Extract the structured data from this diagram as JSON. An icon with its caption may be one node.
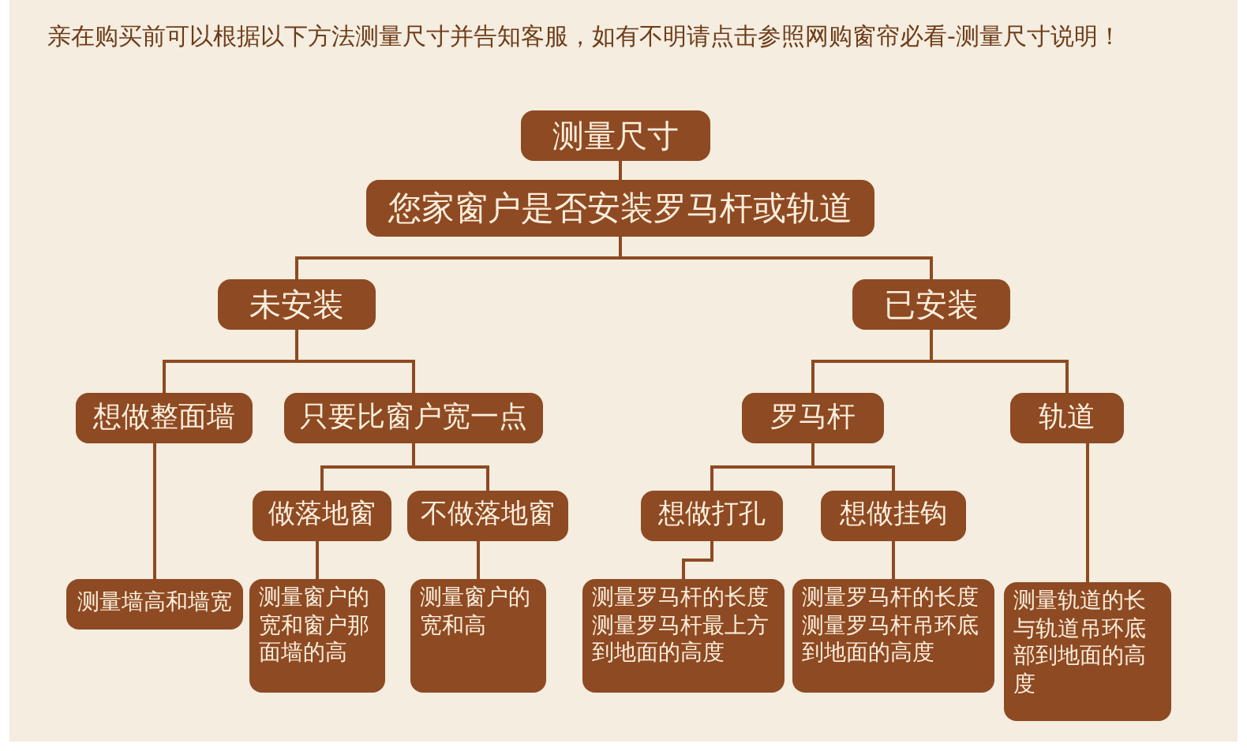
{
  "diagram": {
    "title": "亲在购买前可以根据以下方法测量尺寸并告知客服，如有不明请点击参照网购窗帘必看-测量尺寸说明！",
    "nodes": [
      {
        "text": [
          "测量尺寸"
        ]
      },
      {
        "text": [
          "您家窗户是否安装罗马杆或轨道"
        ]
      },
      {
        "text": [
          "未安装"
        ]
      },
      {
        "text": [
          "已安装"
        ]
      },
      {
        "text": [
          "想做整面墙"
        ]
      },
      {
        "text": [
          "只要比窗户宽一点"
        ]
      },
      {
        "text": [
          "罗马杆"
        ]
      },
      {
        "text": [
          "轨道"
        ]
      },
      {
        "text": [
          "做落地窗"
        ]
      },
      {
        "text": [
          "不做落地窗"
        ]
      },
      {
        "text": [
          "想做打孔"
        ]
      },
      {
        "text": [
          "想做挂钩"
        ]
      },
      {
        "text": [
          "测量墙高和墙宽"
        ]
      },
      {
        "text": [
          "测量窗户的宽和窗户那面墙的高"
        ]
      },
      {
        "text": [
          "测量窗户的宽和高"
        ]
      },
      {
        "text": [
          "测量罗马杆的长度",
          "测量罗马杆最上方到地面的高度"
        ]
      },
      {
        "text": [
          "测量罗马杆的长度",
          "测量罗马杆吊环底到地面的高度"
        ]
      },
      {
        "text": [
          "测量轨道的长与轨道吊环底部到地面的高度"
        ]
      }
    ],
    "edges": [
      {
        "from": 0,
        "to": 1,
        "arrow": "none"
      },
      {
        "from": 1,
        "to": 2,
        "arrow": "none"
      },
      {
        "from": 1,
        "to": 3,
        "arrow": "none"
      },
      {
        "from": 2,
        "to": 4,
        "arrow": "none"
      },
      {
        "from": 2,
        "to": 5,
        "arrow": "none"
      },
      {
        "from": 3,
        "to": 6,
        "arrow": "none"
      },
      {
        "from": 3,
        "to": 7,
        "arrow": "none"
      },
      {
        "from": 5,
        "to": 8,
        "arrow": "none"
      },
      {
        "from": 5,
        "to": 9,
        "arrow": "none"
      },
      {
        "from": 6,
        "to": 10,
        "arrow": "none"
      },
      {
        "from": 6,
        "to": 11,
        "arrow": "none"
      },
      {
        "from": 4,
        "to": 12,
        "arrow": "none"
      },
      {
        "from": 8,
        "to": 13,
        "arrow": "none"
      },
      {
        "from": 9,
        "to": 14,
        "arrow": "none"
      },
      {
        "from": 10,
        "to": 15,
        "arrow": "none"
      },
      {
        "from": 11,
        "to": 16,
        "arrow": "none"
      },
      {
        "from": 7,
        "to": 17,
        "arrow": "none"
      }
    ]
  }
}
